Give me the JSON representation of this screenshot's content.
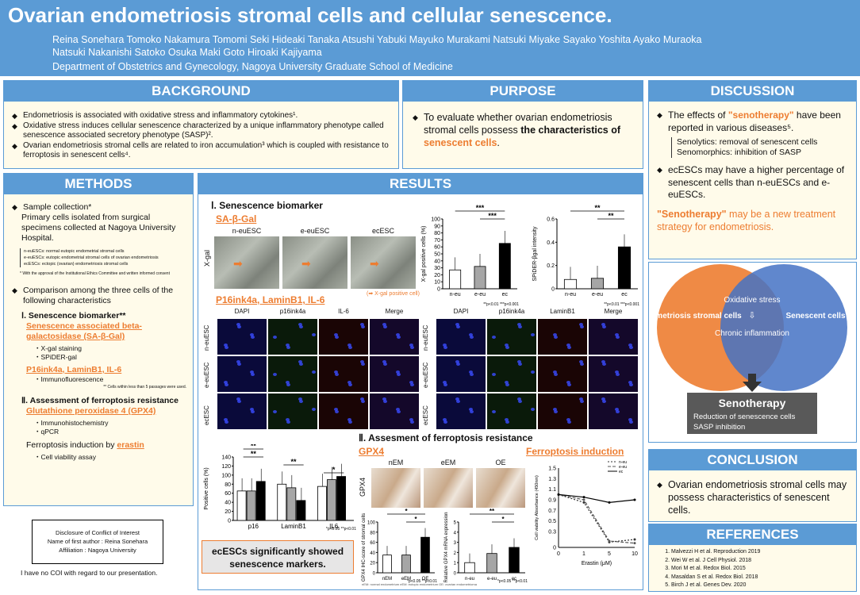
{
  "header": {
    "title": "Ovarian endometriosis stromal cells and cellular senescence.",
    "authors_line1": "Reina Sonehara  Tomoko Nakamura  Tomomi Seki  Hideaki Tanaka  Atsushi Yabuki  Mayuko Murakami  Natsuki Miyake  Sayako Yoshita  Ayako Muraoka",
    "authors_line2": "Natsuki Nakanishi  Satoko Osuka  Maki Goto  Hiroaki Kajiyama",
    "department": "Department of Obstetrics and Gynecology, Nagoya University Graduate School of Medicine"
  },
  "background": {
    "heading": "BACKGROUND",
    "items": [
      "Endometriosis is associated with oxidative stress and inflammatory cytokines¹.",
      "Oxidative stress induces cellular senescence characterized by a unique inflammatory phenotype called senescence associated secretory phenotype (SASP)².",
      "Ovarian endometriosis stromal cells are related to iron accumulation³ which is coupled with resistance to ferroptosis in senescent cells⁴."
    ]
  },
  "purpose": {
    "heading": "PURPOSE",
    "text_a": "To evaluate whether ovarian endometriosis stromal cells possess ",
    "text_b": "the characteristics of ",
    "text_c": "senescent cells",
    "text_d": "."
  },
  "discussion": {
    "heading": "DISCUSSION",
    "item1_a": "The effects of ",
    "item1_b": "\"senotherapy\"",
    "item1_c": " have been reported in various diseases⁵.",
    "senolytics": "Senolytics: removal of senescent cells",
    "senomorphics": "Senomorphics: inhibition of SASP",
    "item2": "ecESCs may have a higher percentage of senescent cells than n-euESCs and e-euESCs.",
    "senotherapy_a": "\"Senotherapy\"",
    "senotherapy_b": " may be a new treatment strategy for endometriosis."
  },
  "venn": {
    "left": "Endometriosis stromal cells",
    "right": "Senescent cells",
    "center_top": "Oxidative stress",
    "center_bottom": "Chronic inflammation",
    "box_title": "Senotherapy",
    "box_line1": "Reduction of senescence cells",
    "box_line2": "SASP inhibition"
  },
  "methods": {
    "heading": "METHODS",
    "sample_title": "Sample collection*",
    "sample_text": "Primary cells isolated from surgical specimens  collected at Nagoya University Hospital.",
    "abbrev1": "n-euESCs: normal eutopic endometrial stromal cells",
    "abbrev2": "e-euESCs: eutopic endometrial stromal cells of ovarian endometriosis",
    "abbrev3": "ecESCs: ectopic (ovarian) endometriosis stromal cells",
    "ethics": "* With the approval of the Institutional Ethics Committee and written informed consent",
    "comparison": "Comparison among the three cells of the following characteristics",
    "sec1": "Ⅰ. Senescence biomarker**",
    "sabgal": "Senescence associated beta-galactosidase (SA-β-Gal)",
    "xgal": "・X-gal staining",
    "spider": "・SPiDER-gal",
    "p16": "P16ink4a, LaminB1, IL-6",
    "if": "・Immunofluorescence",
    "passage": "** Cells within less than 5 passages were used.",
    "sec2": "Ⅱ. Assessment of ferroptosis resistance",
    "gpx4": "Glutathione peroxidase 4 (GPX4)",
    "ihc": "・Immunohistochemistry",
    "qpcr": "・qPCR",
    "ferro_a": "Ferroptosis induction by ",
    "ferro_b": "erastin",
    "viability": "・Cell viability assay"
  },
  "coi": {
    "line1": "Disclosure of Conflict of Interest",
    "line2": "Name of first author :  Reina Sonehara",
    "line3": "Affiliation :  Nagoya University",
    "statement": "I have no COI with regard to our presentation."
  },
  "results": {
    "heading": "RESULTS",
    "sec1": "Ⅰ. Senescence biomarker",
    "sabgal": "SA-β-Gal",
    "cell_cols": [
      "n-euESC",
      "e-euESC",
      "ecESC"
    ],
    "xgal_side": "X-gal",
    "xgal_note": "(➡ X-gal positive cell)",
    "p16_title": "P16ink4a, LaminB1, IL-6",
    "if_cols_left": [
      "DAPI",
      "p16ink4a",
      "IL-6",
      "Merge"
    ],
    "if_cols_right": [
      "DAPI",
      "p16ink4a",
      "LaminB1",
      "Merge"
    ],
    "if_rows": [
      "n-euESC",
      "e-euESC",
      "ecESC"
    ],
    "sec2": "Ⅱ. Assesment of ferroptosis resistance",
    "gpx4": "GPX4",
    "ferro": "Ferroptosis induction",
    "ihc_cols": [
      "nEM",
      "eEM",
      "OE"
    ],
    "ihc_side": "GPX4",
    "conclusion_box": "ecESCs significantly showed senescence markers.",
    "legend_p": "*p<0.05  **p<0.01",
    "tiny_note": "nEM: normal endometrium  eEM: eutopic endometrium  OE: ovarian endometrioma"
  },
  "conclusion": {
    "heading": "CONCLUSION",
    "text": "Ovarian endometriosis stromal cells may possess characteristics of senescent cells."
  },
  "references": {
    "heading": "REFERENCES",
    "items": [
      "Malvezzi H et al. Reproduction 2019",
      "Wei W et al. J Cell Physiol. 2018",
      "Mori M et al. Redox Biol. 2015",
      "Masaldan S et al. Redox Biol. 2018",
      "Birch J et al. Genes Dev. 2020"
    ]
  },
  "chart_data": [
    {
      "type": "bar",
      "ylabel": "X-gal positive cells (%)",
      "categories": [
        "n-eu",
        "e-eu",
        "ec"
      ],
      "values": [
        27,
        32,
        65
      ],
      "ylim": [
        0,
        100
      ],
      "yticks": [
        0,
        10,
        20,
        30,
        40,
        50,
        60,
        70,
        80,
        90,
        100
      ],
      "sig": [
        "***",
        "***"
      ],
      "legend": "**p<0.01  ***p<0.001"
    },
    {
      "type": "bar",
      "ylabel": "SPiDER-βgal intensity",
      "categories": [
        "n-eu",
        "e-eu",
        "ec"
      ],
      "values": [
        0.08,
        0.09,
        0.36
      ],
      "ylim": [
        0,
        0.6
      ],
      "yticks": [
        0,
        0.2,
        0.4,
        0.6
      ],
      "sig": [
        "**",
        "**"
      ],
      "legend": "**p<0.01  ***p<0.001"
    },
    {
      "type": "bar",
      "ylabel": "Positive cells (%)",
      "categories": [
        "p16",
        "LaminB1",
        "IL6"
      ],
      "series": [
        {
          "name": "n-eu",
          "values": [
            65,
            80,
            75
          ]
        },
        {
          "name": "e-eu",
          "values": [
            65,
            72,
            90
          ]
        },
        {
          "name": "ec",
          "values": [
            86,
            44,
            97
          ]
        }
      ],
      "ylim": [
        0,
        140
      ],
      "yticks": [
        0,
        20,
        40,
        60,
        80,
        100,
        120,
        140
      ],
      "sig": [
        "**",
        "**",
        "**",
        "*"
      ]
    },
    {
      "type": "bar",
      "ylabel": "GPX4 IHC-score of stromal cells",
      "categories": [
        "nEM",
        "eEM",
        "OE"
      ],
      "values": [
        35,
        35,
        70
      ],
      "ylim": [
        0,
        100
      ],
      "yticks": [
        0,
        20,
        40,
        60,
        80,
        100
      ],
      "sig": [
        "*",
        "*"
      ]
    },
    {
      "type": "bar",
      "ylabel": "Relative GPX4 mRNA expression",
      "categories": [
        "n-eu",
        "e-eu",
        "ec"
      ],
      "values": [
        1.0,
        1.9,
        2.5
      ],
      "ylim": [
        0,
        5
      ],
      "yticks": [
        0,
        1,
        2,
        3,
        4,
        5
      ],
      "sig": [
        "**",
        "*"
      ]
    },
    {
      "type": "line",
      "ylabel": "Cell viability Absorbance (450nm)",
      "xlabel": "Erastin (μM)",
      "x": [
        0,
        1,
        5,
        10
      ],
      "ylim": [
        0,
        1.5
      ],
      "yticks": [
        0,
        0.3,
        0.5,
        0.7,
        0.9,
        1.1,
        1.3,
        1.5
      ],
      "series": [
        {
          "name": "n-eu",
          "values": [
            1.0,
            0.85,
            0.1,
            0.15
          ]
        },
        {
          "name": "e-eu",
          "values": [
            1.0,
            0.9,
            0.12,
            0.08
          ]
        },
        {
          "name": "ec",
          "values": [
            1.0,
            0.95,
            0.85,
            0.9
          ]
        }
      ]
    }
  ]
}
